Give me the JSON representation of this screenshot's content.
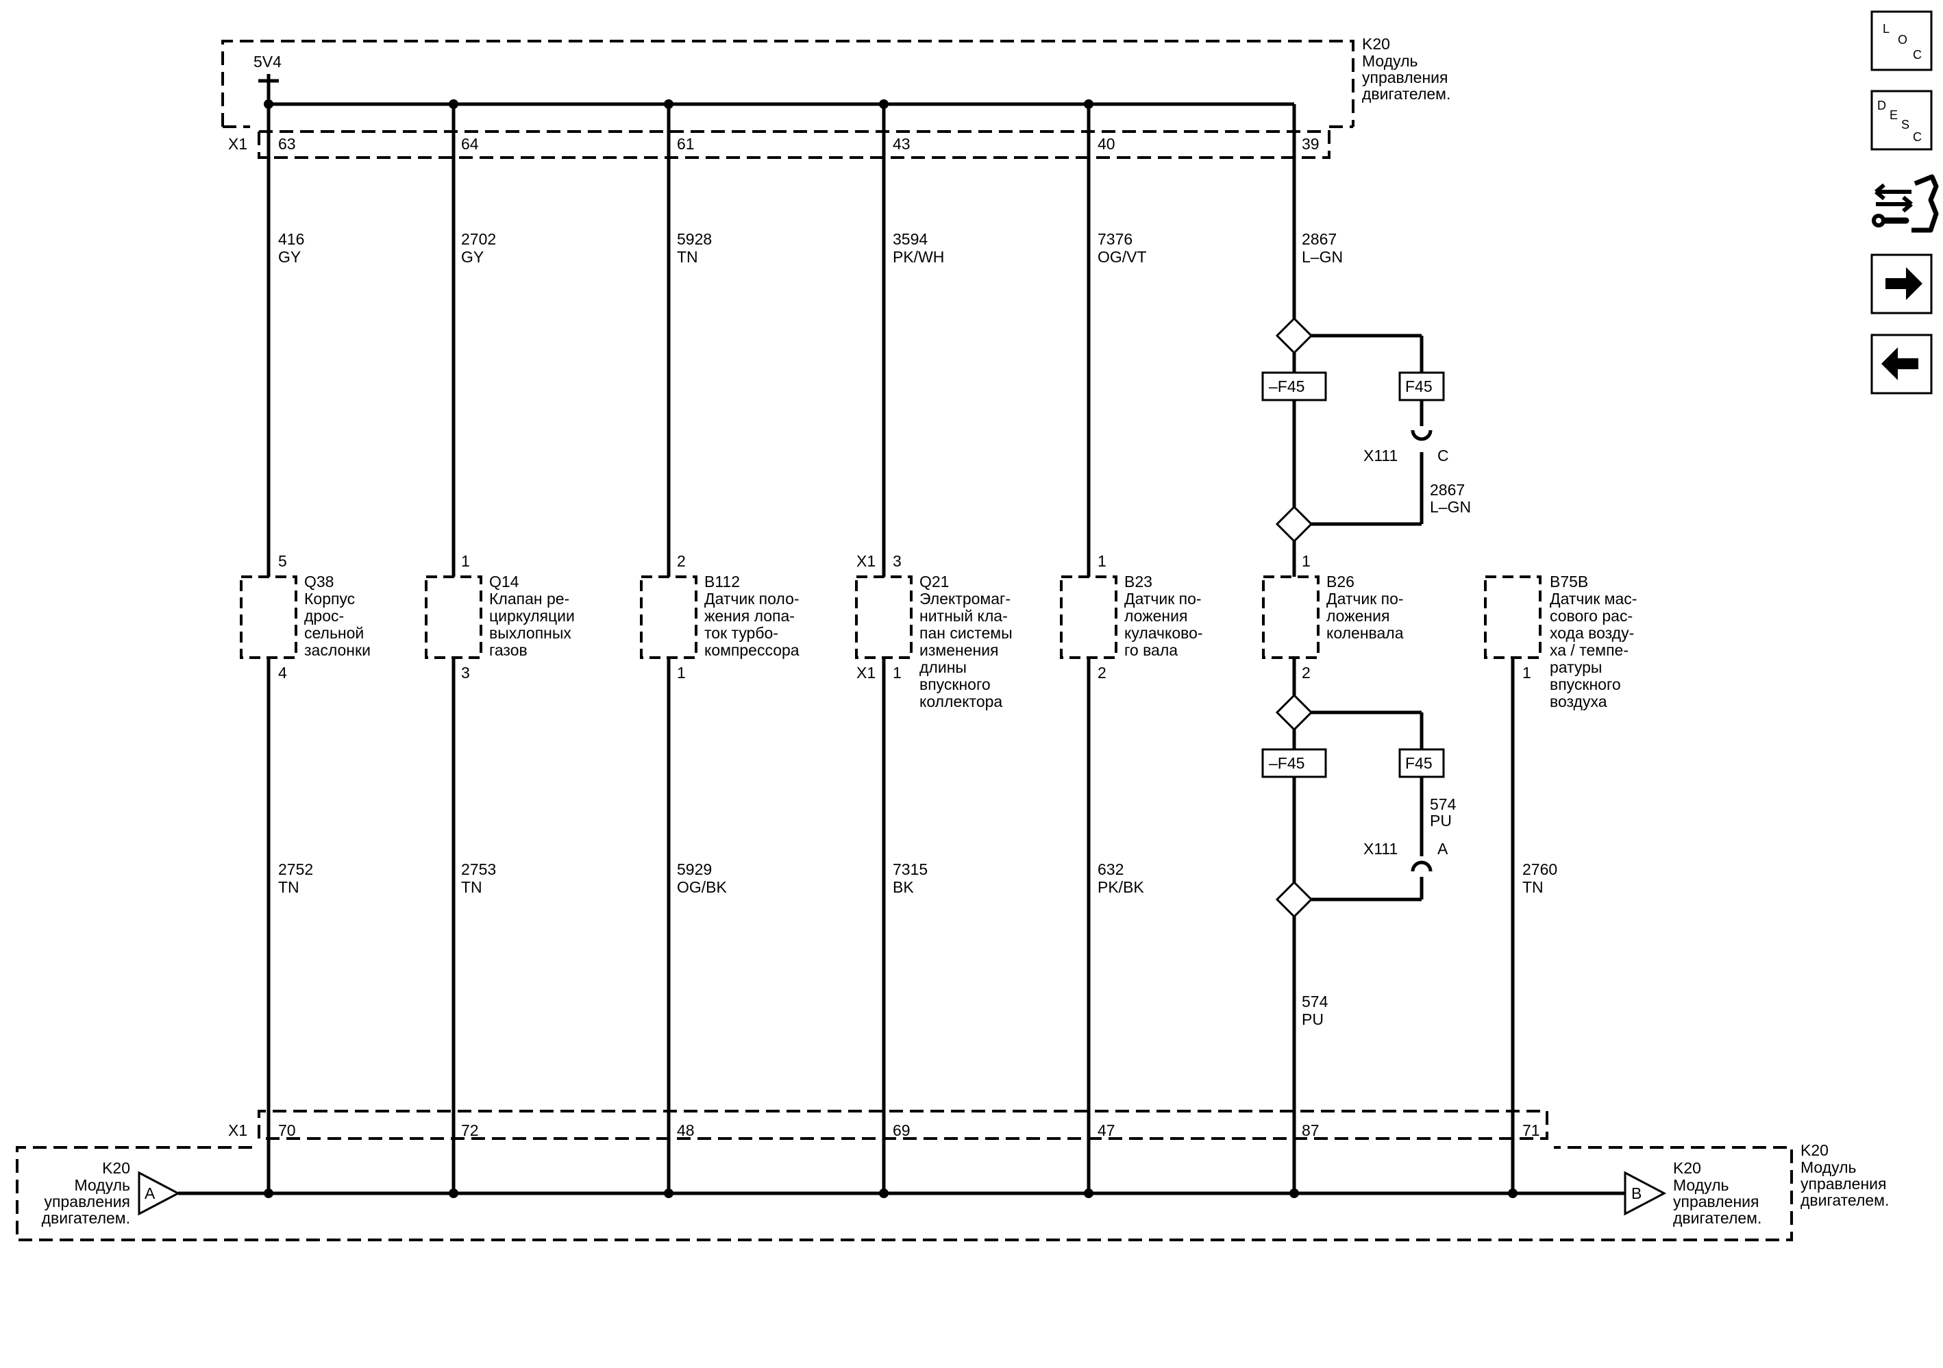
{
  "module": {
    "name": "K20",
    "desc": [
      "Модуль",
      "управления",
      "двигателем."
    ]
  },
  "supply": {
    "label": "5V4"
  },
  "top_connector": {
    "label": "X1",
    "pins": [
      "63",
      "64",
      "61",
      "43",
      "40",
      "39"
    ]
  },
  "bottom_connector": {
    "label": "X1",
    "pins": [
      "70",
      "72",
      "48",
      "69",
      "47",
      "87",
      "71"
    ]
  },
  "upper_wires": [
    {
      "circuit": "416",
      "color": "GY"
    },
    {
      "circuit": "2702",
      "color": "GY"
    },
    {
      "circuit": "5928",
      "color": "TN"
    },
    {
      "circuit": "3594",
      "color": "PK/WH"
    },
    {
      "circuit": "7376",
      "color": "OG/VT"
    },
    {
      "circuit": "2867",
      "color": "L–GN"
    }
  ],
  "lower_wires": [
    {
      "circuit": "2752",
      "color": "TN"
    },
    {
      "circuit": "2753",
      "color": "TN"
    },
    {
      "circuit": "5929",
      "color": "OG/BK"
    },
    {
      "circuit": "7315",
      "color": "BK"
    },
    {
      "circuit": "632",
      "color": "PK/BK"
    },
    {
      "circuit": "574",
      "color": "PU"
    },
    {
      "circuit": "2760",
      "color": "TN"
    }
  ],
  "components": [
    {
      "id": "Q38",
      "pin_top": "5",
      "pin_bottom": "4",
      "lines": [
        "Корпус",
        "дрос-",
        "сельной",
        "заслонки"
      ]
    },
    {
      "id": "Q14",
      "pin_top": "1",
      "pin_bottom": "3",
      "lines": [
        "Клапан ре-",
        "циркуляции",
        "выхлопных",
        "газов"
      ]
    },
    {
      "id": "B112",
      "pin_top": "2",
      "pin_bottom": "1",
      "lines": [
        "Датчик поло-",
        "жения лопа-",
        "ток турбо-",
        "компрессора"
      ]
    },
    {
      "id": "Q21",
      "conn_top": "X1",
      "conn_bottom": "X1",
      "pin_top": "3",
      "pin_bottom": "1",
      "lines": [
        "Электромаг-",
        "нитный кла-",
        "пан системы",
        "изменения",
        "длины",
        "впускного",
        "коллектора"
      ]
    },
    {
      "id": "B23",
      "pin_top": "1",
      "pin_bottom": "2",
      "lines": [
        "Датчик по-",
        "ложения",
        "кулачково-",
        "го вала"
      ]
    },
    {
      "id": "B26",
      "pin_top": "1",
      "pin_bottom": "2",
      "lines": [
        "Датчик по-",
        "ложения",
        "коленвала"
      ]
    },
    {
      "id": "B75B",
      "pin_top": "",
      "pin_bottom": "1",
      "lines": [
        "Датчик мас-",
        "сового рас-",
        "хода возду-",
        "ха / темпе-",
        "ратуры",
        "впускного",
        "воздуха"
      ]
    }
  ],
  "options": {
    "not_label": "–F45",
    "with_label": "F45",
    "inline_connector": "X111",
    "upper_cavity": "C",
    "lower_cavity": "A",
    "upper_branch_wire": {
      "circuit": "2867",
      "color": "L–GN"
    },
    "lower_branch_wire": {
      "circuit": "574",
      "color": "PU"
    }
  },
  "offpage": [
    {
      "letter": "A"
    },
    {
      "letter": "B"
    }
  ],
  "sidebar": {
    "loc": {
      "letters": [
        "L",
        "O",
        "C"
      ]
    },
    "desc": {
      "letters": [
        "D",
        "E",
        "S",
        "C"
      ]
    },
    "items": [
      {
        "name": "loc-button"
      },
      {
        "name": "desc-button"
      },
      {
        "name": "connector-tool-icon"
      },
      {
        "name": "next-arrow-icon"
      },
      {
        "name": "prev-arrow-icon"
      }
    ]
  }
}
